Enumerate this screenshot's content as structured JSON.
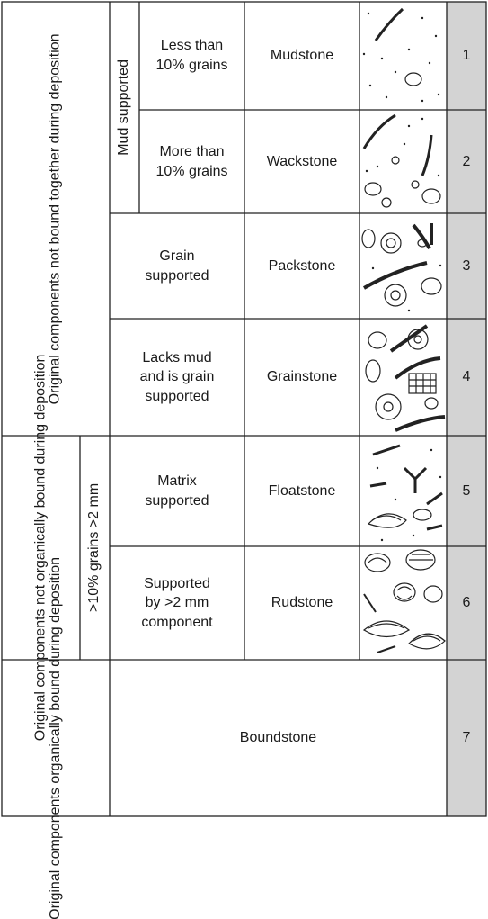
{
  "groups": {
    "not_bound": "Original components not bound\ntogether during deposition",
    "not_organic": "Original components\nnot organically bound\nduring deposition",
    "organic": "Original components\norganically bound\nduring deposition"
  },
  "subgroups": {
    "mud_supported": "Mud supported",
    "grains_gt2mm": ">10% grains >2 mm"
  },
  "rows": [
    {
      "criterion": "Less than\n10% grains",
      "name": "Mudstone",
      "num": "1"
    },
    {
      "criterion": "More than\n10% grains",
      "name": "Wackstone",
      "num": "2"
    },
    {
      "criterion": "Grain\nsupported",
      "name": "Packstone",
      "num": "3"
    },
    {
      "criterion": "Lacks mud\nand is grain\nsupported",
      "name": "Grainstone",
      "num": "4"
    },
    {
      "criterion": "Matrix\nsupported",
      "name": "Floatstone",
      "num": "5"
    },
    {
      "criterion": "Supported\nby >2 mm\ncomponent",
      "name": "Rudstone",
      "num": "6"
    },
    {
      "criterion": "",
      "name": "Boundstone",
      "num": "7"
    }
  ],
  "colors": {
    "line": "#222222",
    "number_column": "#d3d3d3",
    "fill": "#ffffff"
  },
  "icons": [
    "mudstone-texture-icon",
    "wackstone-texture-icon",
    "packstone-texture-icon",
    "grainstone-texture-icon",
    "floatstone-texture-icon",
    "rudstone-texture-icon"
  ]
}
